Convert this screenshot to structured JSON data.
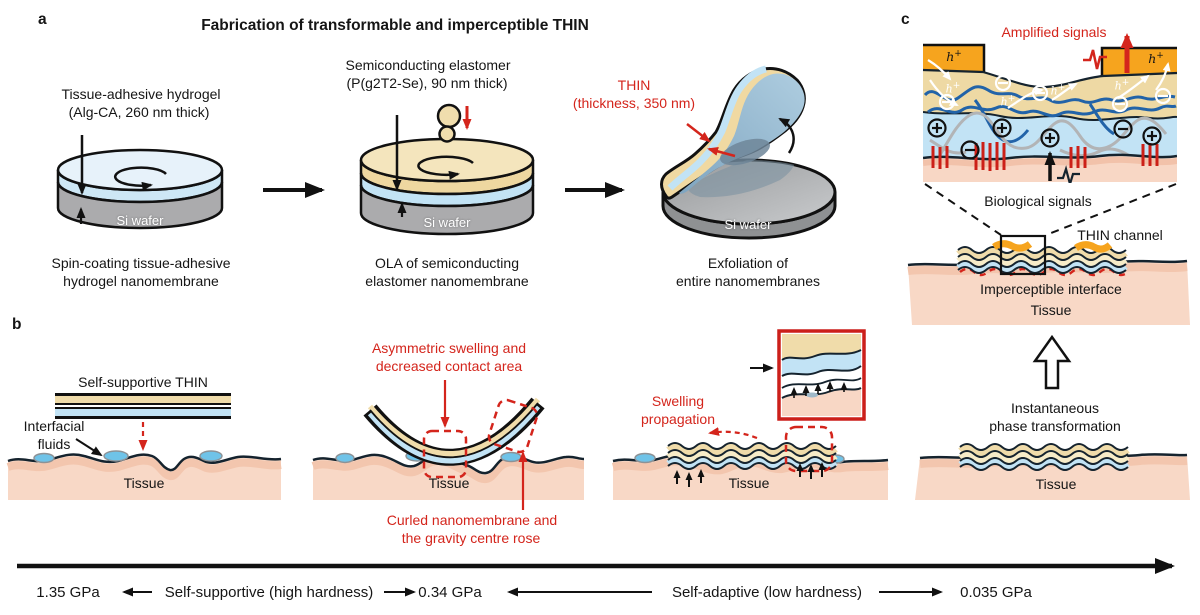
{
  "colors": {
    "accent_red": "#d4251c",
    "tan_elastomer": "#f0dcaa",
    "hydrogel_blue": "#c2e3f5",
    "pale_disk_blue": "#e7f2fa",
    "electrode_orange": "#f6a41e",
    "wafer_gray": "#ababad",
    "tissue_pink": "#f8d8c6",
    "membrane_blue_gray": "#8fb3cd",
    "chain_blue": "#2263a8",
    "outline": "#111111"
  },
  "panel_a": {
    "label": "a",
    "title": "Fabrication of transformable and imperceptible THIN",
    "step1": {
      "annotation": [
        "Tissue-adhesive hydrogel",
        "(Alg-CA, 260 nm thick)"
      ],
      "wafer": "Si wafer",
      "caption": [
        "Spin-coating tissue-adhesive",
        "hydrogel nanomembrane"
      ]
    },
    "step2": {
      "annotation": [
        "Semiconducting elastomer",
        "(P(g2T2-Se), 90 nm thick)"
      ],
      "wafer": "Si wafer",
      "caption": [
        "OLA of semiconducting",
        "elastomer nanomembrane"
      ]
    },
    "step3": {
      "annotation": [
        "THIN",
        "(thickness, 350 nm)"
      ],
      "wafer": "Si wafer",
      "caption": [
        "Exfoliation of",
        "entire nanomembranes"
      ]
    }
  },
  "panel_b": {
    "label": "b",
    "scene1": {
      "membrane_label": "Self-supportive THIN",
      "fluids": [
        "Interfacial",
        "fluids"
      ],
      "tissue": "Tissue"
    },
    "scene2": {
      "top_annotation": [
        "Asymmetric swelling and",
        "decreased contact area"
      ],
      "bottom_annotation": [
        "Curled nanomembrane and",
        "the gravity centre rose"
      ],
      "tissue": "Tissue"
    },
    "scene3": {
      "annotation": [
        "Swelling",
        "propagation"
      ],
      "tissue": "Tissue"
    }
  },
  "panel_c": {
    "label": "c",
    "amplified": "Amplified signals",
    "hole": {
      "base": "h",
      "sup": "+"
    },
    "biological": "Biological signals",
    "channel": "THIN channel",
    "interface": "Imperceptible interface",
    "tissue_mid": "Tissue",
    "transform": [
      "Instantaneous",
      "phase transformation"
    ],
    "tissue_bottom": "Tissue"
  },
  "scale_bar": {
    "value_left": "1.35 GPa",
    "label_left": "Self-supportive (high hardness)",
    "value_mid": "0.34 GPa",
    "label_right": "Self-adaptive (low hardness)",
    "value_right": "0.035 GPa"
  }
}
